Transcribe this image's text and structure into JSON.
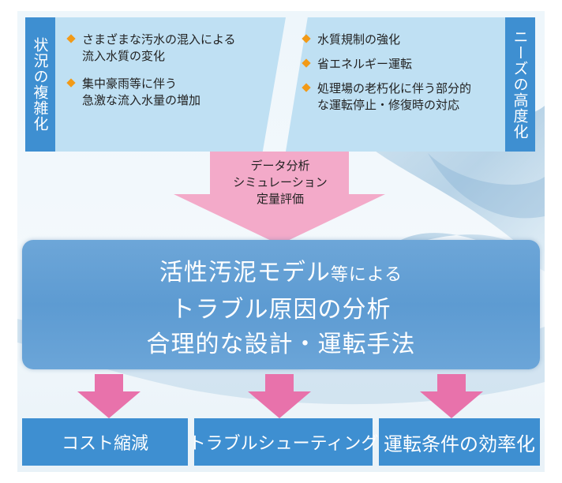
{
  "left_panel": {
    "tag": "状況の複雑化",
    "bullets": [
      "さまざまな汚水の混入による\n流入水質の変化",
      "集中豪雨等に伴う\n急激な流入水量の増加"
    ]
  },
  "right_panel": {
    "tag": "ニーズの高度化",
    "bullets": [
      "水質規制の強化",
      "省エネルギー運転",
      "処理場の老朽化に伴う部分的\nな運転停止・修復時の対応"
    ]
  },
  "arrow_text": [
    "データ分析",
    "シミュレーション",
    "定量評価"
  ],
  "main_box": {
    "line1_big": "活性汚泥モデル",
    "line1_small": "等による",
    "line2": "トラブル原因の分析",
    "line3": "合理的な設計・運転手法"
  },
  "outcomes": [
    "コスト縮減",
    "トラブルシューティング",
    "運転条件の効率化"
  ],
  "colors": {
    "tag_blue": "#3e8fd1",
    "panel_light_blue": "#bfe0f3",
    "bullet_orange": "#f29a17",
    "arrow_pink": "#f3aac9",
    "small_arrow_pink": "#e872ab",
    "main_box_blue": "#5d9bd2"
  }
}
